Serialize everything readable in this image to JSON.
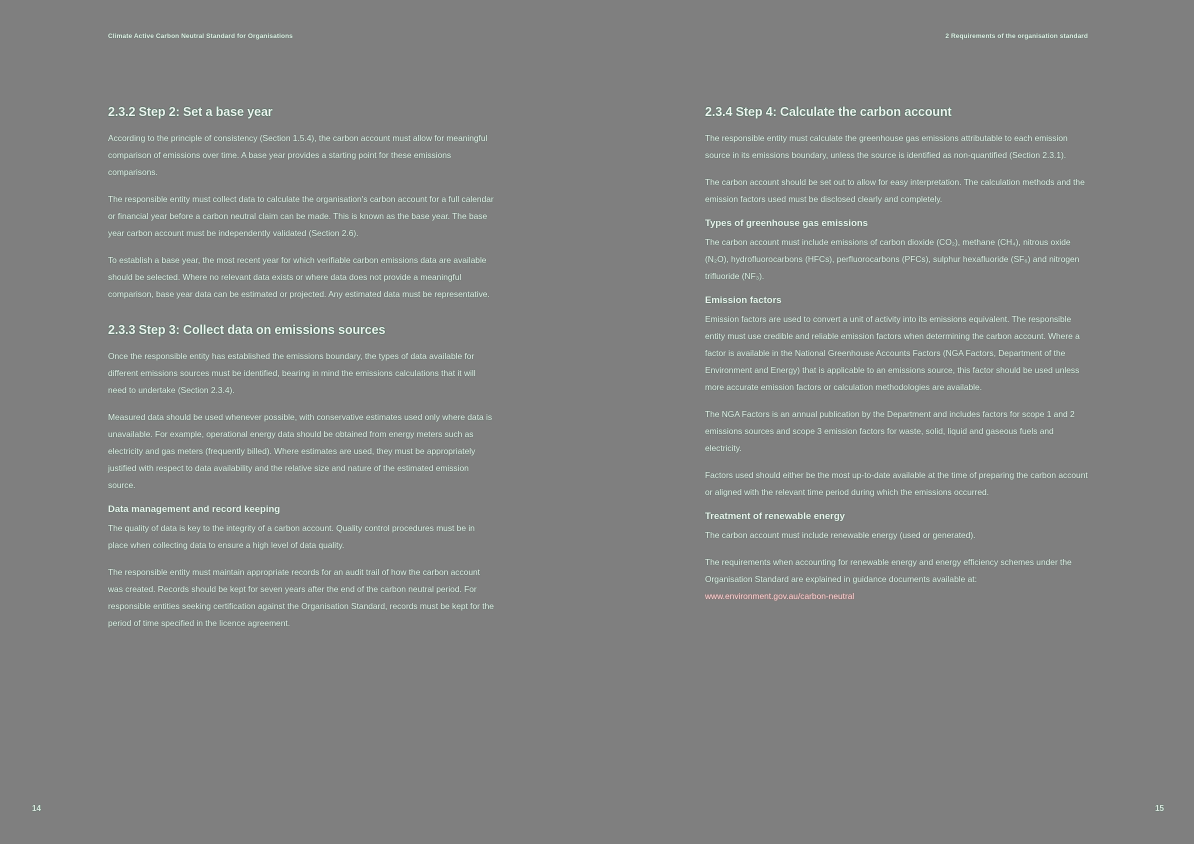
{
  "left_page": {
    "running_header": "Climate Active Carbon Neutral Standard for Organisations",
    "page_number": "14",
    "sections": [
      {
        "heading": "2.3.2  Step 2: Set a base year",
        "paragraphs": [
          "According to the principle of consistency (Section 1.5.4), the carbon account must allow for meaningful comparison of emissions over time. A base year provides a starting point for these emissions comparisons.",
          "The responsible entity must collect data to calculate the organisation's carbon account for a full calendar or financial year before a carbon neutral claim can be made. This is known as the base year. The base year carbon account must be independently validated (Section 2.6).",
          "To establish a base year, the most recent year for which verifiable carbon emissions data are available should be selected. Where no relevant data exists or where data does not provide a meaningful comparison, base year data can be estimated or projected. Any estimated data must be representative."
        ]
      },
      {
        "heading": "2.3.3  Step 3: Collect data on emissions sources",
        "paragraphs": [
          "Once the responsible entity has established the emissions boundary, the types of data available for different emissions sources must be identified, bearing in mind the emissions calculations that it will need to undertake (Section 2.3.4).",
          "Measured data should be used whenever possible, with conservative estimates used only where data is unavailable. For example, operational energy data should be obtained from energy meters such as electricity and gas meters (frequently billed). Where estimates are used, they must be appropriately justified with respect to data availability and the relative size and nature of the estimated emission source."
        ],
        "subsections": [
          {
            "heading": "Data management and record keeping",
            "paragraphs": [
              "The quality of data is key to the integrity of a carbon account. Quality control procedures must be in place when collecting data to ensure a high level of data quality.",
              "The responsible entity must maintain appropriate records for an audit trail of how the carbon account was created. Records should be kept for seven years after the end of the carbon neutral period. For responsible entities seeking certification against the Organisation Standard, records must be kept for the period of time specified in the licence agreement."
            ]
          }
        ]
      }
    ]
  },
  "right_page": {
    "running_header": "2 Requirements of the organisation standard",
    "page_number": "15",
    "section": {
      "heading": "2.3.4  Step 4: Calculate the carbon account",
      "paragraphs": [
        "The responsible entity must calculate the greenhouse gas emissions attributable to each emission source in its emissions boundary, unless the source is identified as non-quantified (Section 2.3.1).",
        "The carbon account should be set out to allow for easy interpretation. The calculation methods and the emission factors used must be disclosed clearly and completely."
      ],
      "subsections": [
        {
          "heading": "Types of greenhouse gas emissions",
          "paragraphs": [
            "The carbon account must include emissions of carbon dioxide (CO₂), methane (CH₄), nitrous oxide (N₂O), hydrofluorocarbons (HFCs), perfluorocarbons (PFCs), sulphur hexafluoride (SF₆) and nitrogen trifluoride (NF₃)."
          ]
        },
        {
          "heading": "Emission factors",
          "paragraphs": [
            "Emission factors are used to convert a unit of activity into its emissions equivalent. The responsible entity must use credible and reliable emission factors when determining the carbon account. Where a factor is available in the National Greenhouse Accounts Factors (NGA Factors, Department of the Environment and Energy) that is applicable to an emissions source, this factor should be used unless more accurate emission factors or calculation methodologies are available.",
            "The NGA Factors is an annual publication by the Department and includes factors for scope 1 and 2 emissions sources and scope 3 emission factors for waste, solid, liquid and gaseous fuels and electricity.",
            "Factors used should either be the most up-to-date available at the time of preparing the carbon account or aligned with the relevant time period during which the emissions occurred."
          ]
        },
        {
          "heading": "Treatment of renewable energy",
          "paragraphs": [
            "The carbon account must include renewable energy (used or generated).",
            "The requirements when accounting for renewable energy and energy efficiency schemes under the Organisation Standard are explained in guidance documents available at:"
          ],
          "link": "www.environment.gov.au/carbon-neutral"
        }
      ]
    }
  },
  "colors": {
    "background": "#7f7f7f",
    "heading_green": "#1f5a3f",
    "link_red": "#b04040"
  }
}
